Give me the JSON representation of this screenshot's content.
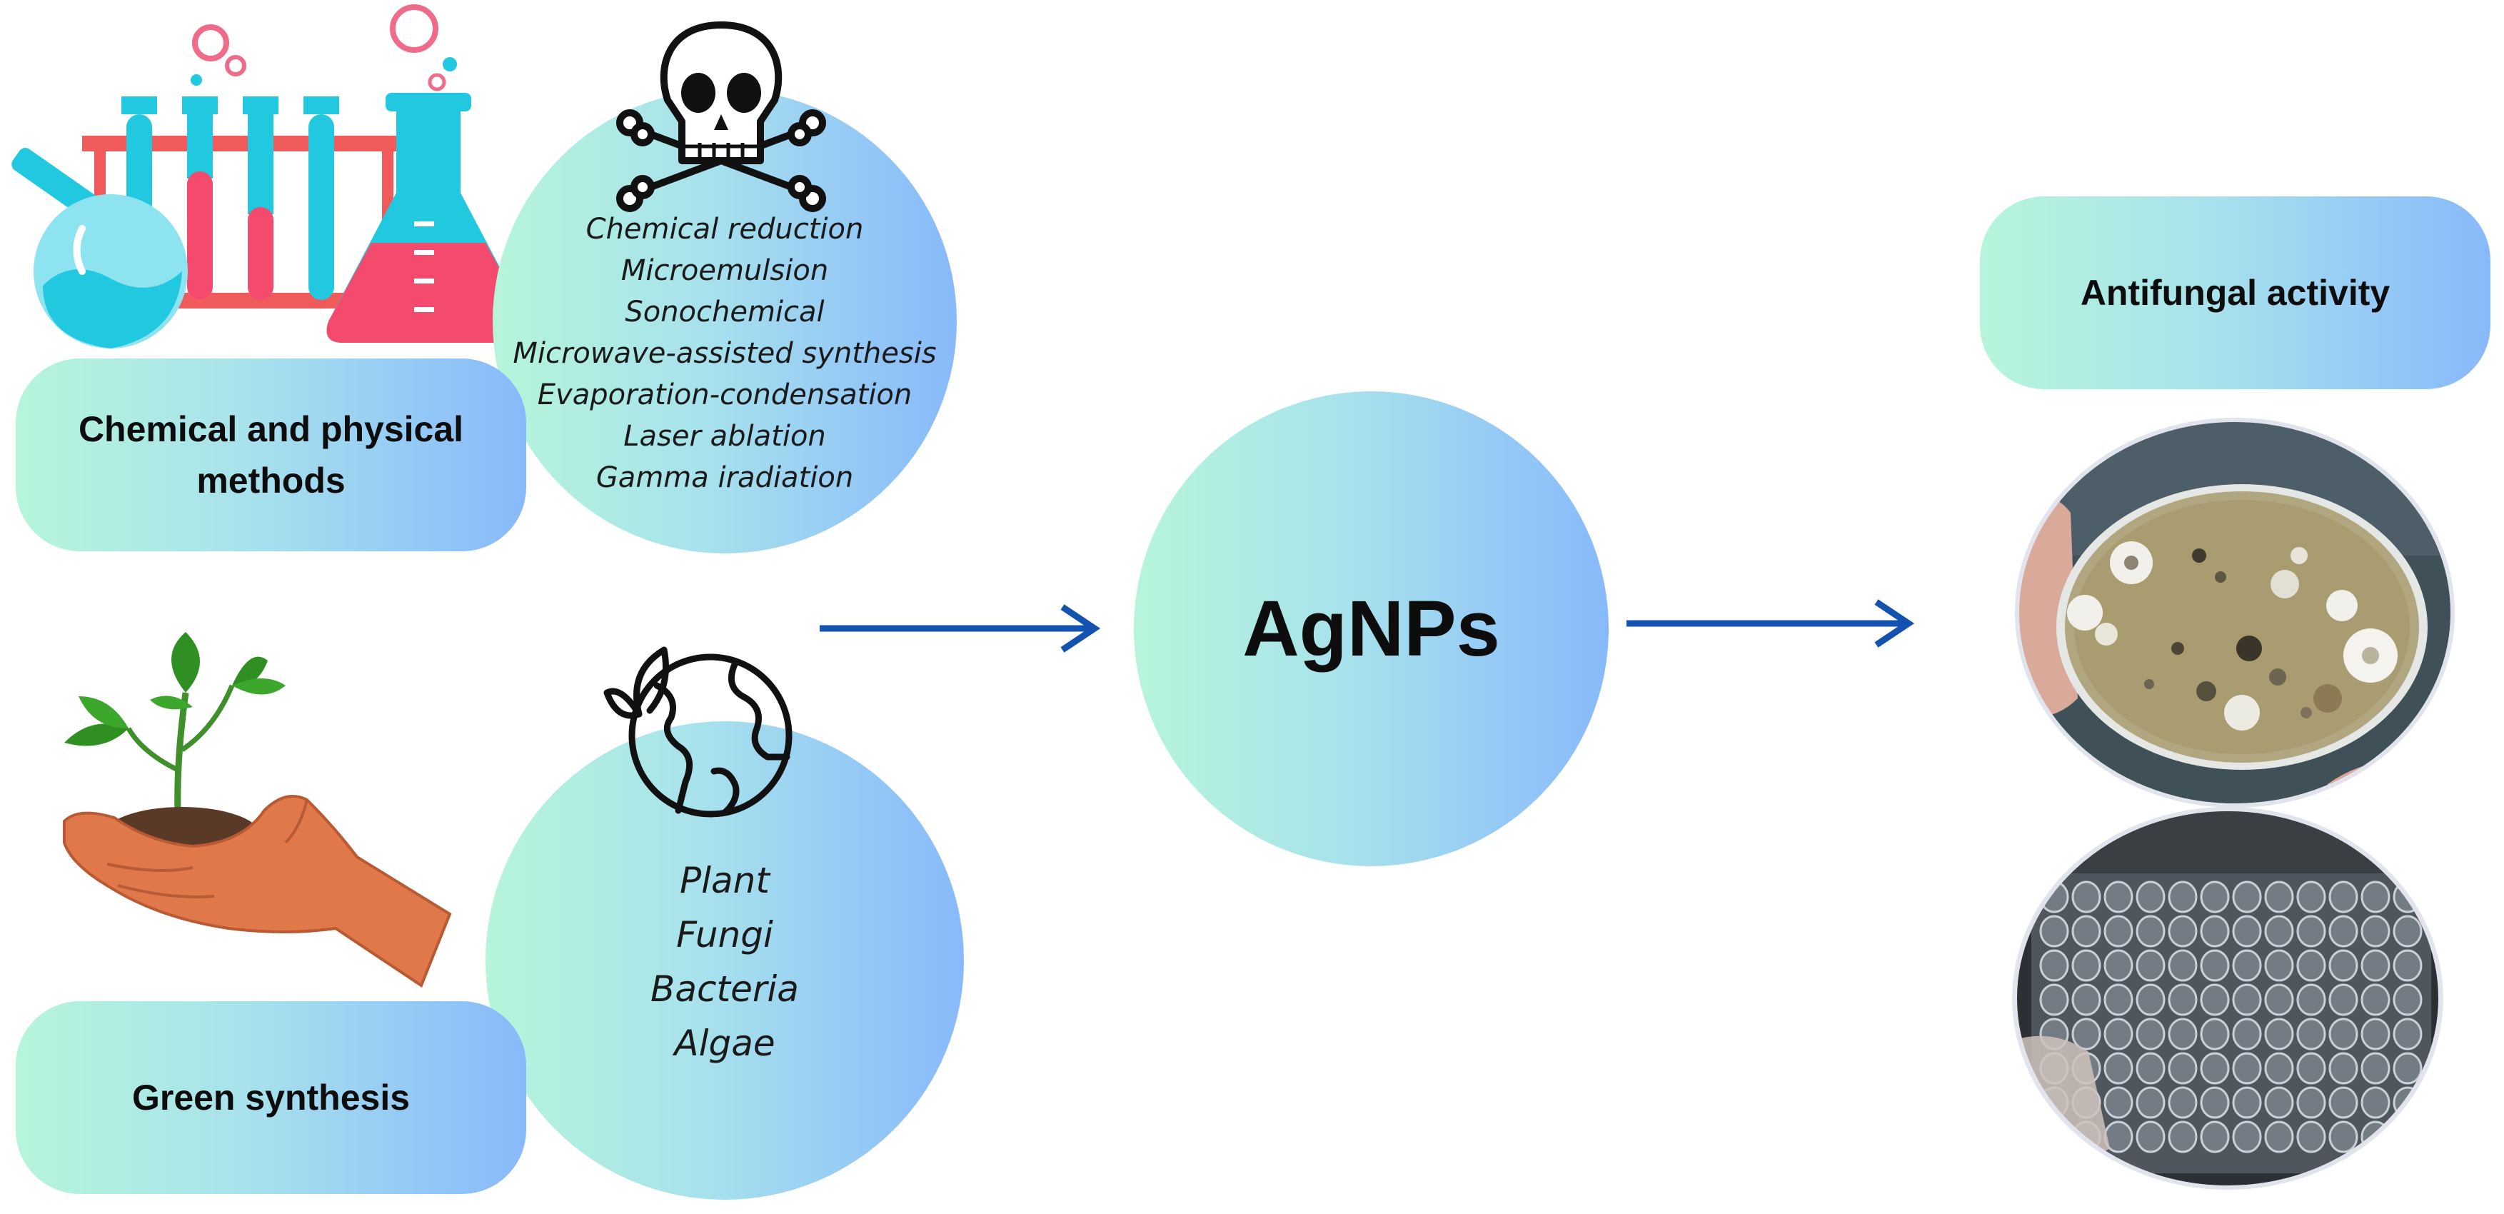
{
  "chemical": {
    "label": "Chemical and physical methods",
    "methods": [
      "Chemical reduction",
      "Microemulsion",
      "Sonochemical",
      "Microwave-assisted synthesis",
      "Evaporation-condensation",
      "Laser ablation",
      "Gamma iradiation"
    ],
    "icons": [
      "lab-glassware-icon",
      "skull-crossbones-icon"
    ]
  },
  "green": {
    "label": "Green synthesis",
    "sources": [
      "Plant",
      "Fungi",
      "Bacteria",
      "Algae"
    ],
    "icons": [
      "plant-in-hand-icon",
      "earth-leaf-icon"
    ]
  },
  "center": {
    "label": "AgNPs"
  },
  "result": {
    "label": "Antifungal activity",
    "images": [
      "petri-dish-photo",
      "microplate-photo"
    ]
  },
  "colors": {
    "gradient_start": "#b6f5da",
    "gradient_end": "#88b9fb",
    "arrow": "#1452b0",
    "flask_liquid": "#f44a6e",
    "glass_cyan": "#22c8e0"
  }
}
